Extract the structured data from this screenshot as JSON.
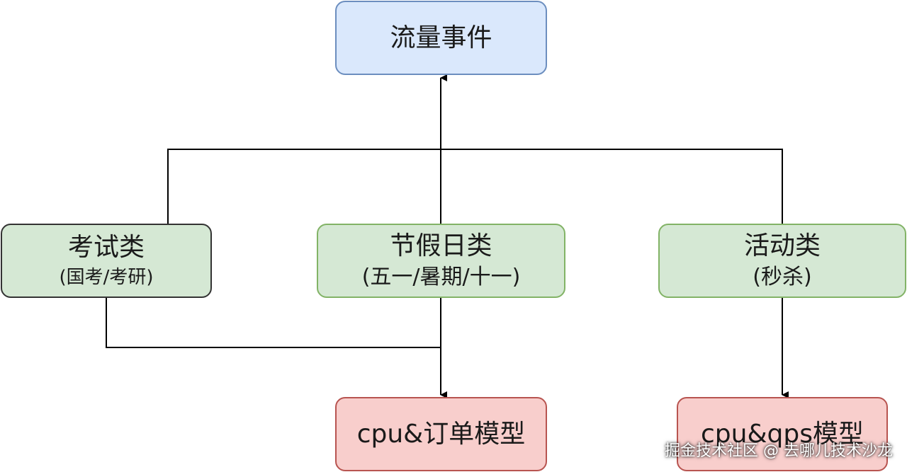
{
  "nodes": {
    "traffic_event": "流量事件",
    "exam": {
      "title": "考试类",
      "subtitle": "(国考/考研)"
    },
    "holiday": {
      "title": "节假日类",
      "subtitle": "(五一/暑期/十一)"
    },
    "activity": {
      "title": "活动类",
      "subtitle": "(秒杀)"
    },
    "cpu_order_model": "cpu&订单模型",
    "cpu_qps_model": "cpu&qps模型"
  },
  "watermark": "掘金技术社区 @ 去哪儿技术沙龙",
  "colors": {
    "blue_fill": "#dae8fc",
    "blue_stroke": "#6c8ebf",
    "green_fill": "#d5e8d4",
    "green_stroke": "#82b366",
    "red_fill": "#f8cecc",
    "red_stroke": "#b85450",
    "line": "#000000"
  }
}
